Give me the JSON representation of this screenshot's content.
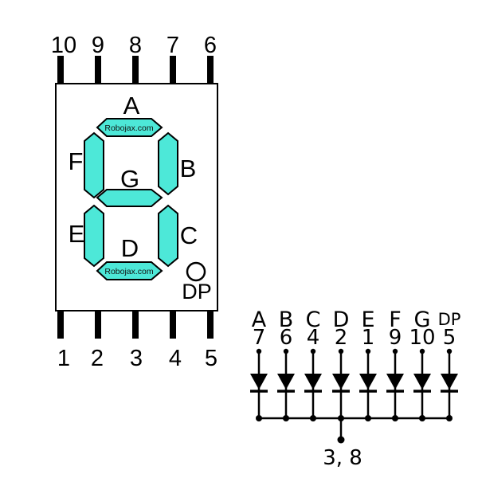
{
  "title": "7-segment display pinout diagram",
  "display": {
    "segment_color": "#4de8d8",
    "watermark": "Robojax.com",
    "top_pins": [
      "10",
      "9",
      "8",
      "7",
      "6"
    ],
    "bottom_pins": [
      "1",
      "2",
      "3",
      "4",
      "5"
    ],
    "segment_labels": {
      "a": "A",
      "b": "B",
      "c": "C",
      "d": "D",
      "e": "E",
      "f": "F",
      "g": "G",
      "dp": "DP"
    }
  },
  "schematic": {
    "columns": [
      {
        "label": "A",
        "pin": "7"
      },
      {
        "label": "B",
        "pin": "6"
      },
      {
        "label": "C",
        "pin": "4"
      },
      {
        "label": "D",
        "pin": "2"
      },
      {
        "label": "E",
        "pin": "1"
      },
      {
        "label": "F",
        "pin": "9"
      },
      {
        "label": "G",
        "pin": "10"
      },
      {
        "label": "DP",
        "pin": "5"
      }
    ],
    "common_label": "3, 8"
  }
}
